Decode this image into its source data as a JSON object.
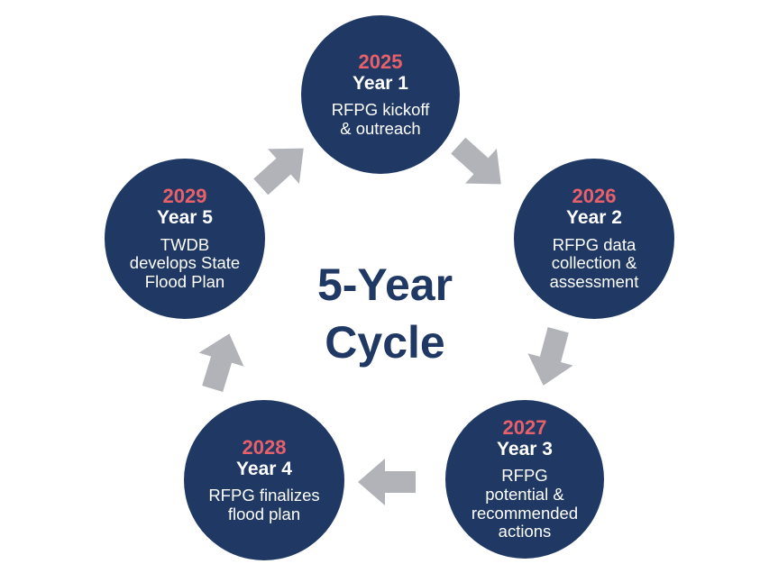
{
  "title": {
    "line1": "5-Year",
    "line2": "Cycle"
  },
  "colors": {
    "circle_fill": "#1f3864",
    "year_text": "#e7606a",
    "body_text": "#ffffff",
    "title_text": "#1f3864",
    "arrow_fill": "#b1b3b8",
    "background": "#ffffff"
  },
  "cycle_steps": [
    {
      "year": "2025",
      "label": "Year 1",
      "description": "RFPG kickoff\n& outreach"
    },
    {
      "year": "2026",
      "label": "Year 2",
      "description": "RFPG data\ncollection &\nassessment"
    },
    {
      "year": "2027",
      "label": "Year 3",
      "description": "RFPG\npotential &\nrecommended\nactions"
    },
    {
      "year": "2028",
      "label": "Year 4",
      "description": "RFPG finalizes\nflood plan"
    },
    {
      "year": "2029",
      "label": "Year 5",
      "description": "TWDB\ndevelops State\nFlood Plan"
    }
  ],
  "arrows": [
    {
      "name": "from Year 1 to Year 2"
    },
    {
      "name": "from Year 2 to Year 3"
    },
    {
      "name": "from Year 3 to Year 4"
    },
    {
      "name": "from Year 4 to Year 5"
    },
    {
      "name": "from Year 5 to Year 1"
    }
  ]
}
